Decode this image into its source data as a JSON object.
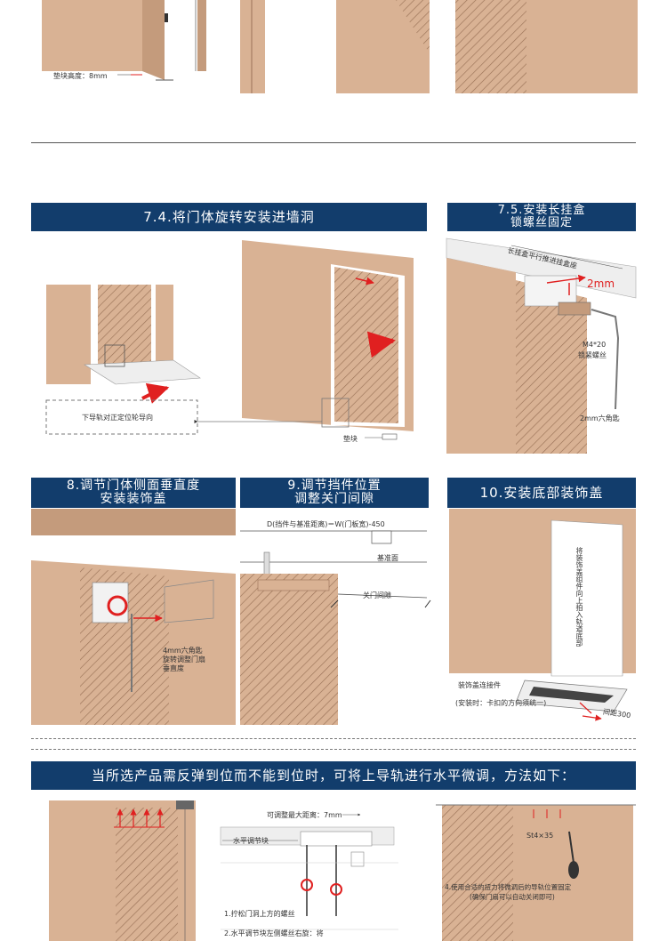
{
  "top": {
    "pad_height_label": "垫块高度：8mm"
  },
  "step_7_4": {
    "title": "7.4.将门体旋转安装进墙洞",
    "lower_rail_label": "下导轨对正定位轮导向",
    "pad_label": "垫块"
  },
  "step_7_5": {
    "title_line1": "7.5.安装长挂盒",
    "title_line2": "锁螺丝固定",
    "box_label": "长挂盒平行推进挂盒座",
    "gap_label": "2mm",
    "screw_label_1": "M4*20",
    "screw_label_2": "锁紧螺丝",
    "key_label": "2mm六角匙"
  },
  "step_8": {
    "title_line1": "8.调节门体侧面垂直度",
    "title_line2": "安装装饰盖",
    "note_line1": "4mm六角匙",
    "note_line2": "旋转调整门扇",
    "note_line3": "垂直度"
  },
  "step_9": {
    "title_line1": "9.调节挡件位置",
    "title_line2": "调整关门间隙",
    "formula": "D(挡件与基准距离)＝W(门板宽)-450",
    "datum_label": "基准面",
    "gap_label": "关门间隙"
  },
  "step_10": {
    "title": "10.安装底部装饰盖",
    "vertical_note": "将装饰盖组件向上拍入轨道底部",
    "connector_label": "装饰盖连接件",
    "install_note": "(安装时：卡扣的方向须统一)",
    "spacing_label": "间距300"
  },
  "adjust": {
    "banner": "当所选产品需反弹到位而不能到位时，可将上导轨进行水平微调，方法如下：",
    "max_distance": "可调整最大距离：7mm",
    "level_block": "水平调节块",
    "step1": "1.拧松门洞上方的螺丝",
    "step2": "2.水平调节块左侧螺丝右旋：将",
    "screw_spec": "St4×35",
    "step4_line1": "4.使用合适的扭力将微调后的导轨位置固定",
    "step4_line2": "(确保门扇可以自动关闭即可)"
  },
  "colors": {
    "banner": "#123d6c",
    "wood": "#d9b294",
    "wood_dark": "#c49b7c",
    "accent_red": "#e02020"
  }
}
